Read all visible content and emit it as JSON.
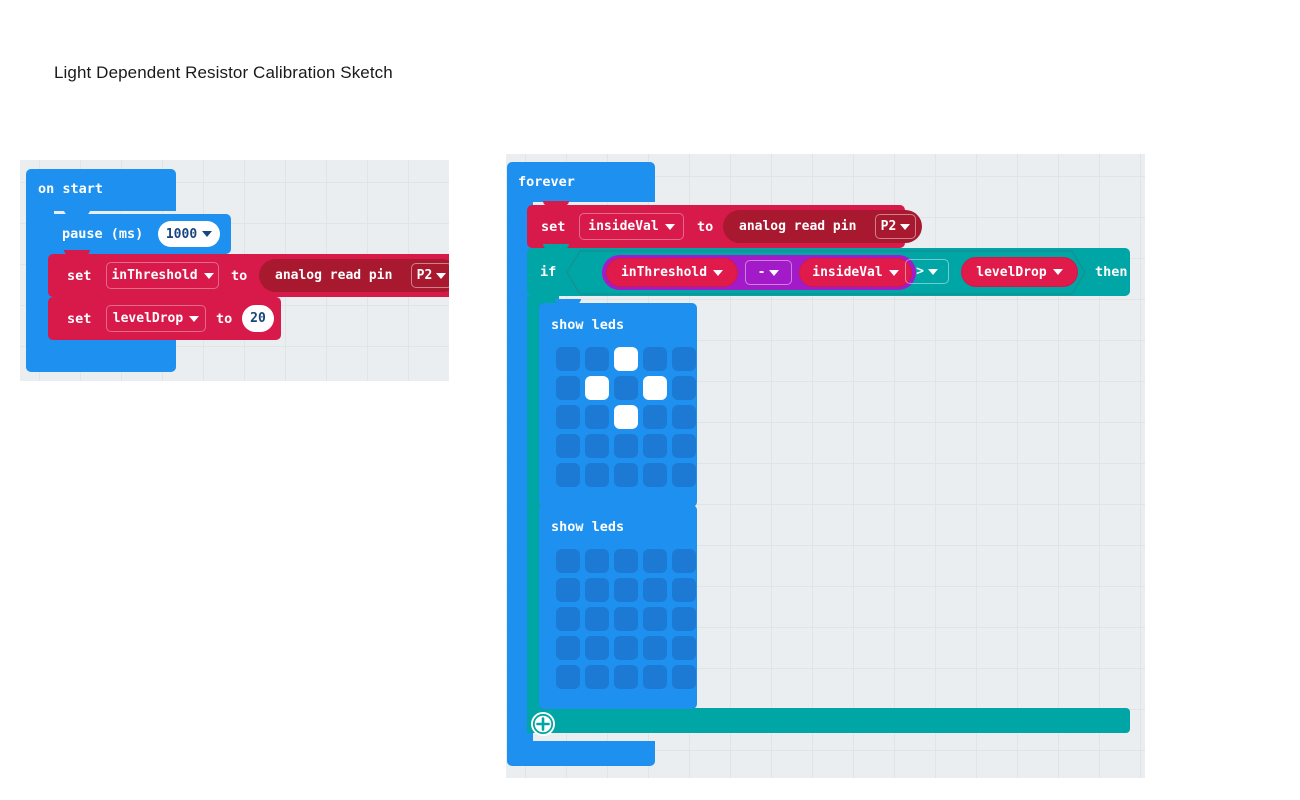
{
  "page": {
    "title": "Light Dependent Resistor Calibration Sketch",
    "background": "#ffffff"
  },
  "colors": {
    "canvas": "#ebeef0",
    "grid_dot": "#dfe4e6",
    "blue_block": "#1e90f0",
    "red_block": "#d81a4a",
    "red_reporter": "#e01b4c",
    "dark_red_reporter": "#a81930",
    "teal_block": "#00a5a5",
    "purple_block": "#a31bc8",
    "led_off": "#1d7ad4",
    "led_on": "#ffffff",
    "number_text": "#17457e"
  },
  "left_canvas": {
    "name": "on-start-canvas",
    "hat": {
      "label": "on start"
    },
    "blocks": [
      {
        "kind": "pause",
        "label": "pause (ms)",
        "value": "1000",
        "has_dropdown": true
      },
      {
        "kind": "set",
        "set_label": "set",
        "variable": "inThreshold",
        "to_label": "to",
        "value_block": {
          "label": "analog read pin",
          "pin": "P2",
          "has_dropdown": true
        }
      },
      {
        "kind": "set",
        "set_label": "set",
        "variable": "levelDrop",
        "to_label": "to",
        "number": "20"
      }
    ]
  },
  "right_canvas": {
    "name": "forever-canvas",
    "hat": {
      "label": "forever"
    },
    "set_block": {
      "set_label": "set",
      "variable": "insideVal",
      "to_label": "to",
      "value_block": {
        "label": "analog read pin",
        "pin": "P2",
        "has_dropdown": true
      }
    },
    "if_block": {
      "if_label": "if",
      "then_label": "then",
      "condition": {
        "left_expression": {
          "operand_a": "inThreshold",
          "operator": "-",
          "operand_b": "insideVal"
        },
        "comparator": ">",
        "right_operand": "levelDrop"
      },
      "add_button": "plus-icon"
    },
    "led_blocks": [
      {
        "label": "show leds",
        "pattern": [
          [
            0,
            0,
            1,
            0,
            0
          ],
          [
            0,
            1,
            0,
            1,
            0
          ],
          [
            0,
            0,
            1,
            0,
            0
          ],
          [
            0,
            0,
            0,
            0,
            0
          ],
          [
            0,
            0,
            0,
            0,
            0
          ]
        ]
      },
      {
        "label": "show leds",
        "pattern": [
          [
            0,
            0,
            0,
            0,
            0
          ],
          [
            0,
            0,
            0,
            0,
            0
          ],
          [
            0,
            0,
            0,
            0,
            0
          ],
          [
            0,
            0,
            0,
            0,
            0
          ],
          [
            0,
            0,
            0,
            0,
            0
          ]
        ]
      }
    ]
  }
}
